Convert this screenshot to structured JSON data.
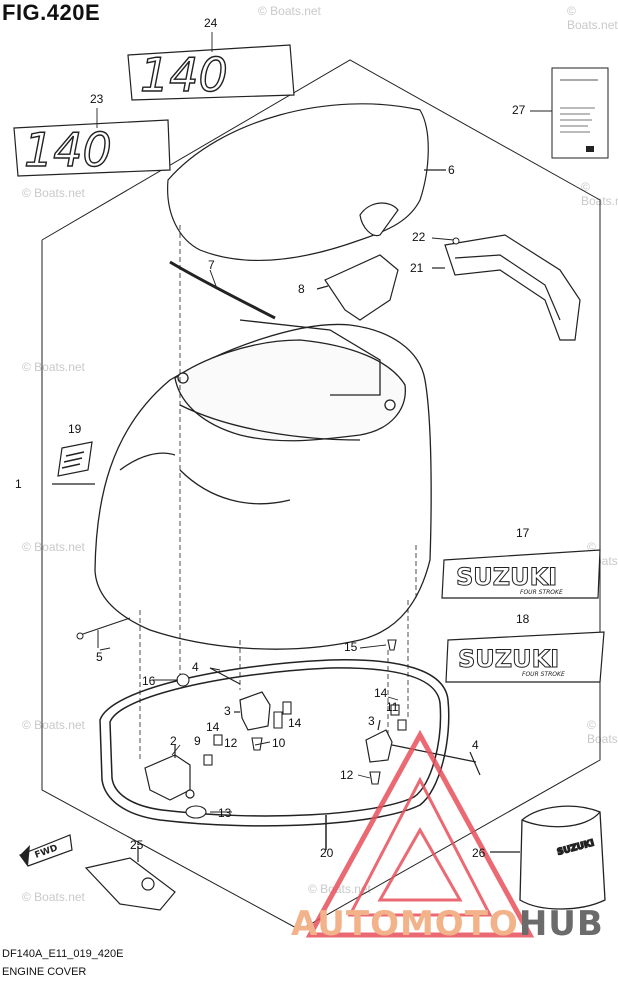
{
  "figure": {
    "title": "FIG.420E",
    "code": "DF140A_E11_019_420E",
    "name": "ENGINE COVER"
  },
  "watermark": "© Boats.net",
  "brand": {
    "auto": "AUTOMOTO",
    "hub": "HUB",
    "triangle_color": "#e8505b"
  },
  "decals": {
    "model_number": "140",
    "suzuki": "SUZUKI",
    "four_stroke": "FOUR STROKE",
    "fwd": "FWD"
  },
  "callouts": [
    {
      "id": "24",
      "label": "24"
    },
    {
      "id": "23",
      "label": "23"
    },
    {
      "id": "27",
      "label": "27"
    },
    {
      "id": "6",
      "label": "6"
    },
    {
      "id": "22",
      "label": "22"
    },
    {
      "id": "21",
      "label": "21"
    },
    {
      "id": "7",
      "label": "7"
    },
    {
      "id": "8",
      "label": "8"
    },
    {
      "id": "19",
      "label": "19"
    },
    {
      "id": "1",
      "label": "1"
    },
    {
      "id": "17",
      "label": "17"
    },
    {
      "id": "18",
      "label": "18"
    },
    {
      "id": "5",
      "label": "5"
    },
    {
      "id": "15",
      "label": "15"
    },
    {
      "id": "4a",
      "label": "4"
    },
    {
      "id": "16",
      "label": "16"
    },
    {
      "id": "3a",
      "label": "3"
    },
    {
      "id": "14a",
      "label": "14"
    },
    {
      "id": "14b",
      "label": "14"
    },
    {
      "id": "14c",
      "label": "14"
    },
    {
      "id": "11",
      "label": "11"
    },
    {
      "id": "2",
      "label": "2"
    },
    {
      "id": "9",
      "label": "9"
    },
    {
      "id": "12a",
      "label": "12"
    },
    {
      "id": "10",
      "label": "10"
    },
    {
      "id": "3b",
      "label": "3"
    },
    {
      "id": "4b",
      "label": "4"
    },
    {
      "id": "12b",
      "label": "12"
    },
    {
      "id": "13",
      "label": "13"
    },
    {
      "id": "20",
      "label": "20"
    },
    {
      "id": "25",
      "label": "25"
    },
    {
      "id": "26",
      "label": "26"
    }
  ]
}
